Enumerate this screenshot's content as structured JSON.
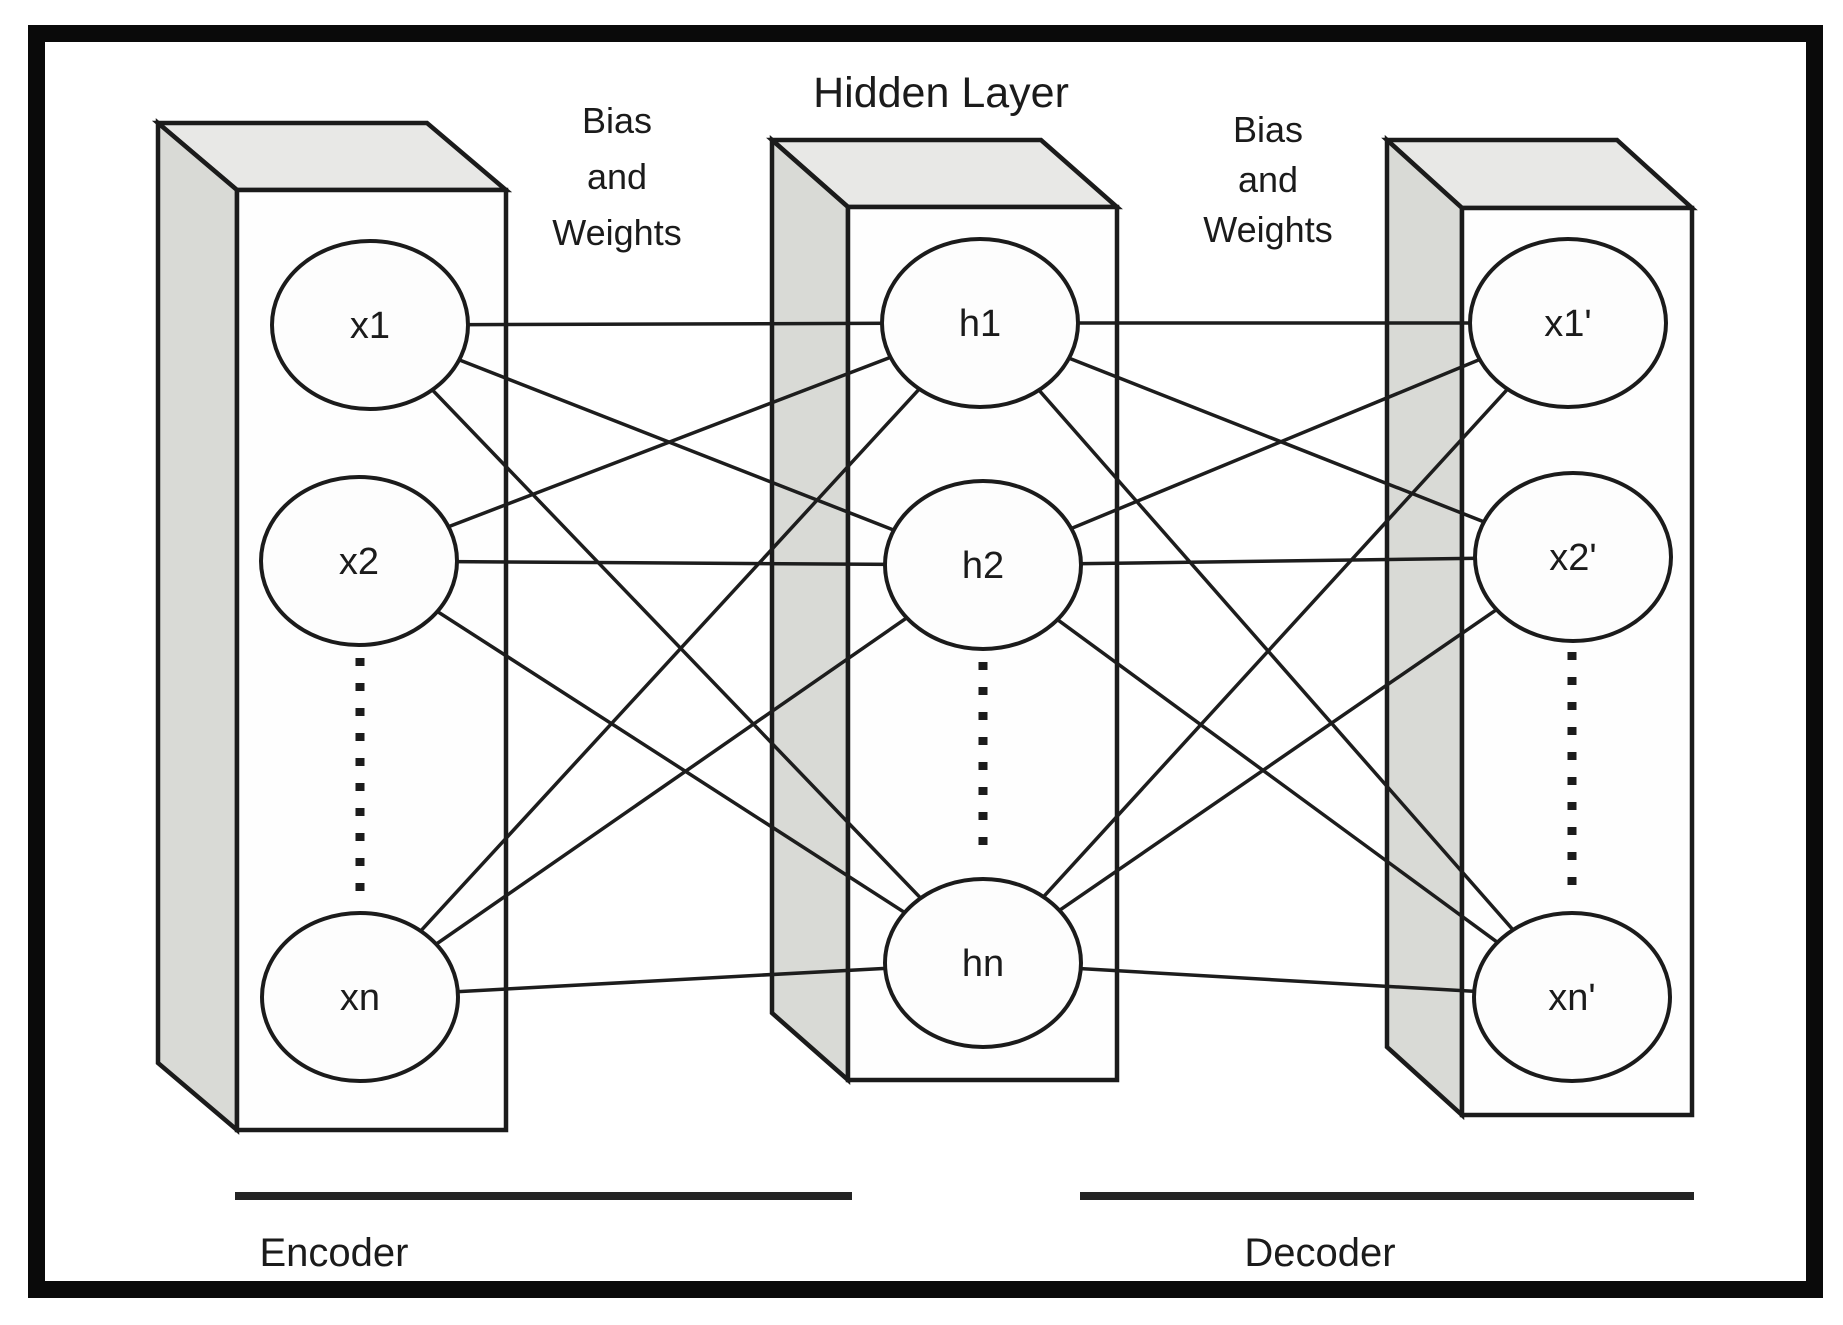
{
  "diagram_title": "Hidden Layer",
  "annotations": {
    "left_weights": [
      "Bias",
      "and",
      "Weights"
    ],
    "right_weights": [
      "Bias",
      "and",
      "Weights"
    ]
  },
  "layers": {
    "input": {
      "name": "input-layer",
      "nodes": [
        {
          "label": "x1"
        },
        {
          "label": "x2"
        },
        {
          "label": "xn"
        }
      ]
    },
    "hidden": {
      "name": "hidden-layer",
      "nodes": [
        {
          "label": "h1"
        },
        {
          "label": "h2"
        },
        {
          "label": "hn"
        }
      ]
    },
    "output": {
      "name": "output-layer",
      "nodes": [
        {
          "label": "x1'"
        },
        {
          "label": "x2'"
        },
        {
          "label": "xn'"
        }
      ]
    }
  },
  "sections": {
    "encoder_label": "Encoder",
    "decoder_label": "Decoder"
  },
  "connections": "fully-connected input→hidden and hidden→output",
  "colors": {
    "line": "#1b1b1b",
    "box_top_face": "#e8e8e6",
    "box_side_face": "#d9dad6",
    "node_fill": "#fdfdfd",
    "background": "#ffffff"
  }
}
